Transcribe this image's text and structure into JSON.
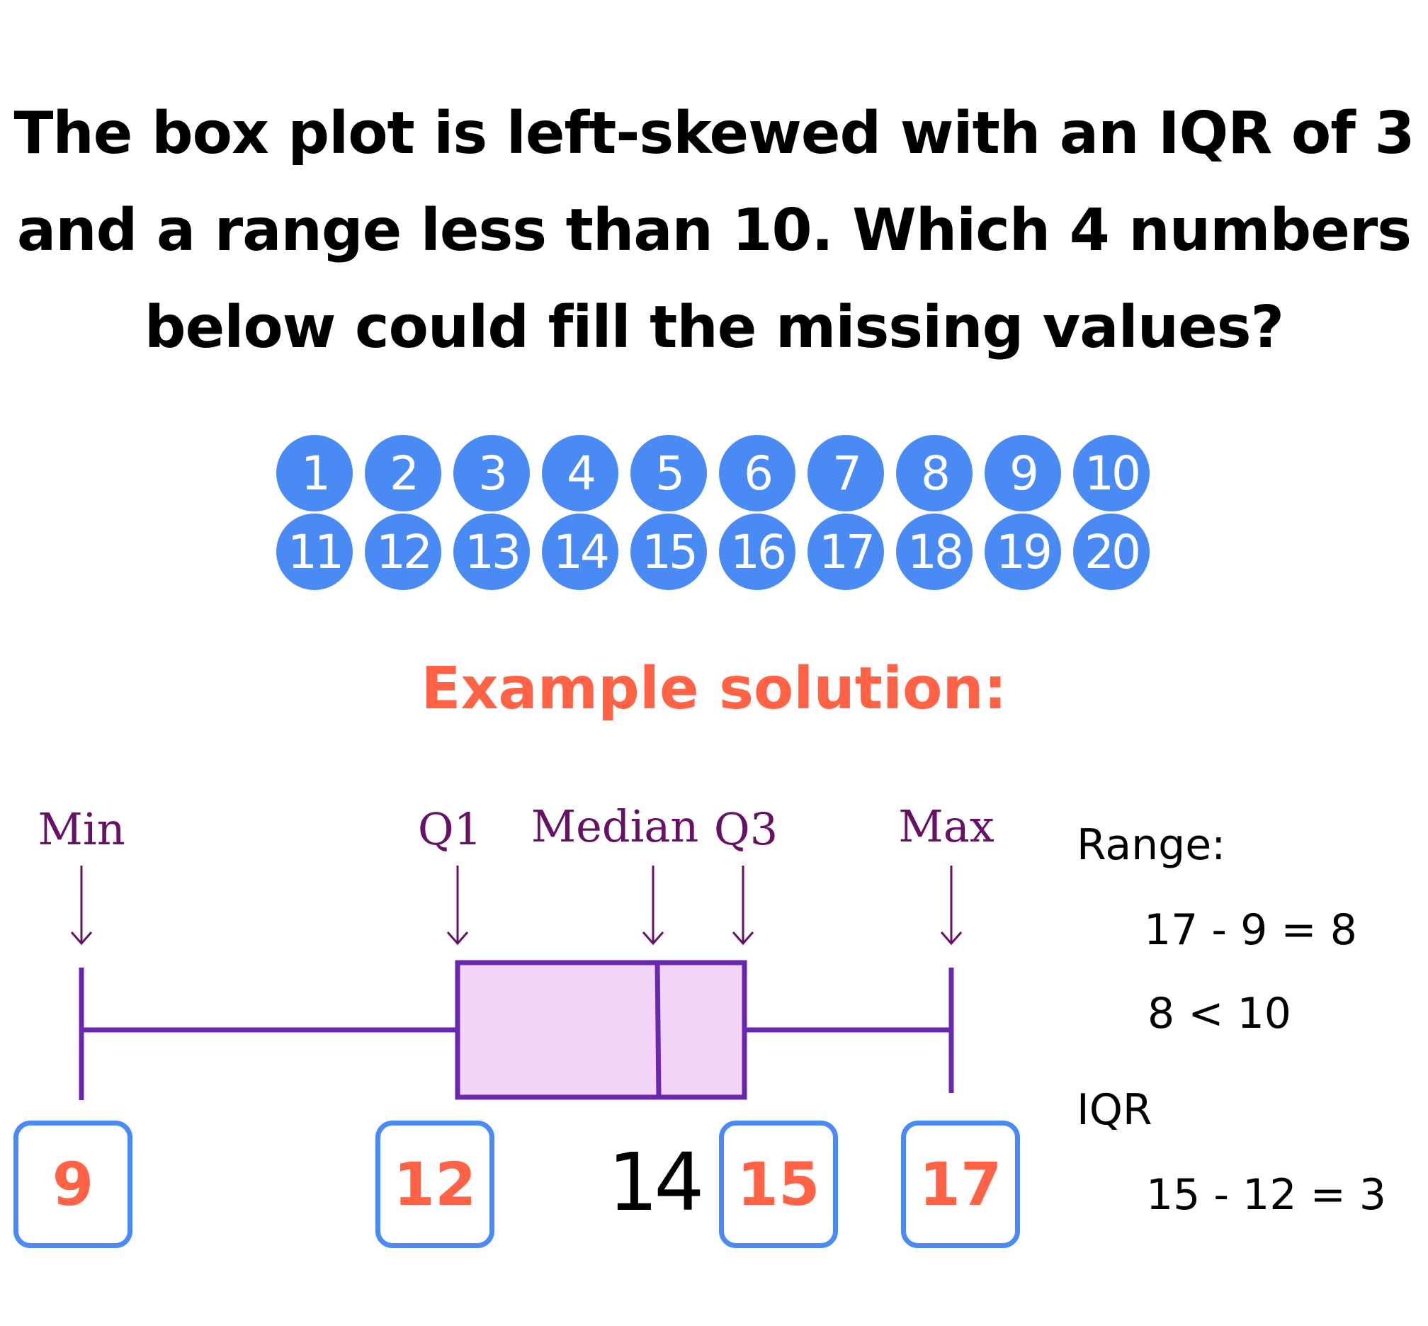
{
  "question": {
    "lines": [
      "The box plot is left-skewed with an IQR of 3",
      "and a range less than 10. Which 4 numbers",
      "below could fill the missing values?"
    ]
  },
  "numbers": [
    "1",
    "2",
    "3",
    "4",
    "5",
    "6",
    "7",
    "8",
    "9",
    "10",
    "11",
    "12",
    "13",
    "14",
    "15",
    "16",
    "17",
    "18",
    "19",
    "20"
  ],
  "example_title": "Example solution:",
  "boxplot": {
    "labels": {
      "min": "Min",
      "q1": "Q1",
      "median": "Median",
      "q3": "Q3",
      "max": "Max"
    },
    "values": {
      "min": 9,
      "q1": 12,
      "median": 14,
      "q3": 15,
      "max": 17
    },
    "value_text": {
      "min": "9",
      "q1": "12",
      "median": "14",
      "q3": "15",
      "max": "17"
    }
  },
  "calc": {
    "range_label": "Range:",
    "range_expr": "17 - 9 = 8",
    "range_compare": "8 < 10",
    "iqr_label": "IQR",
    "iqr_expr": "15 - 12 = 3"
  },
  "colors": {
    "circle_fill": "#4a8af4",
    "accent_red": "#ff6245",
    "box_fill": "#f2d4f8",
    "box_stroke": "#6a28b0",
    "label_purple": "#661066"
  }
}
